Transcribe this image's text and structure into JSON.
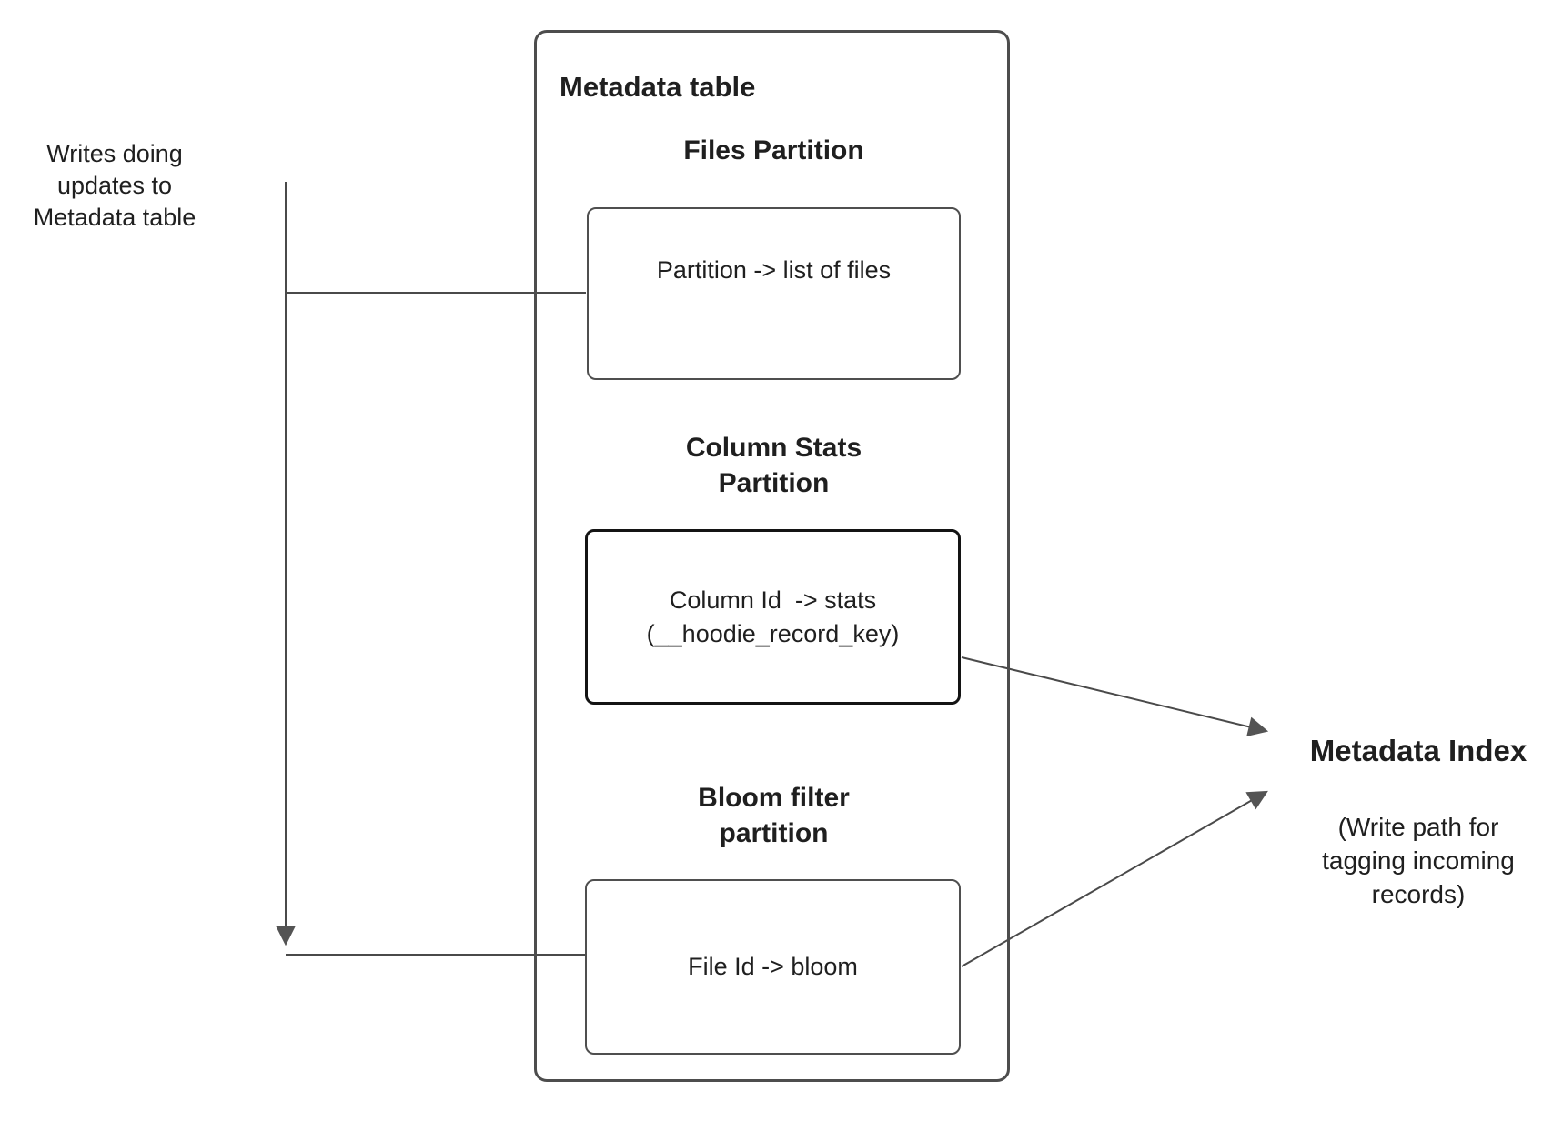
{
  "diagram": {
    "writes_label": "Writes doing\nupdates to\nMetadata table",
    "metadata_table": {
      "title": "Metadata table",
      "partitions": [
        {
          "heading": "Files Partition",
          "content": "Partition -> list of files"
        },
        {
          "heading": "Column Stats\nPartition",
          "content": "Column Id  -> stats\n(__hoodie_record_key)"
        },
        {
          "heading": "Bloom filter\npartition",
          "content": "File Id -> bloom"
        }
      ]
    },
    "metadata_index": {
      "title": "Metadata Index",
      "subtitle": "(Write path for\ntagging incoming\nrecords)"
    },
    "colors": {
      "line": "#4a4a4a",
      "arrowhead": "#545454",
      "box_border": "#4f4f4f",
      "emphasis_border": "#141414",
      "text": "#1f1f1f"
    }
  }
}
